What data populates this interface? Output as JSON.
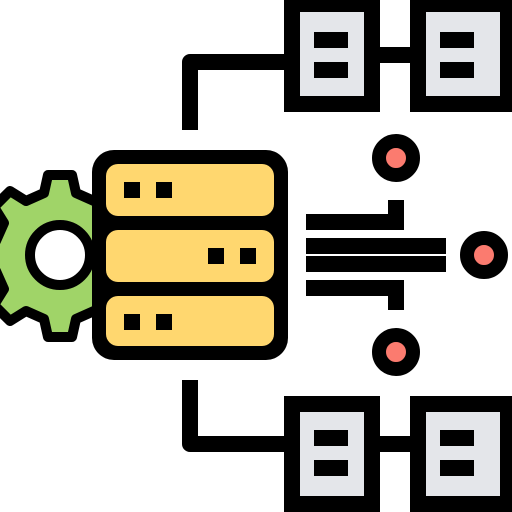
{
  "colors": {
    "outline": "#000000",
    "gear_fill": "#a0d468",
    "server_fill": "#ffd76f",
    "panel_fill": "#e4e6ea",
    "node_fill": "#fb7b6f",
    "background": "#ffffff"
  },
  "icon": {
    "name": "server-data-network-icon",
    "parts": [
      "gear-icon",
      "server-stack",
      "data-lines",
      "node-dots",
      "network-panels"
    ]
  }
}
